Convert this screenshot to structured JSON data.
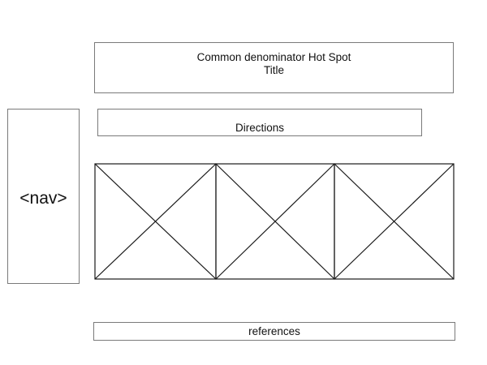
{
  "title": {
    "line1": "Common denominator Hot Spot",
    "line2": "Title"
  },
  "directions": {
    "label": "Directions"
  },
  "nav": {
    "label": "<nav>"
  },
  "references": {
    "label": "references"
  },
  "hotspots": {
    "placeholder_count": 3
  },
  "colors": {
    "border": "#7a7a7a",
    "placeholder_stroke": "#1a1a1a",
    "background": "#ffffff"
  }
}
